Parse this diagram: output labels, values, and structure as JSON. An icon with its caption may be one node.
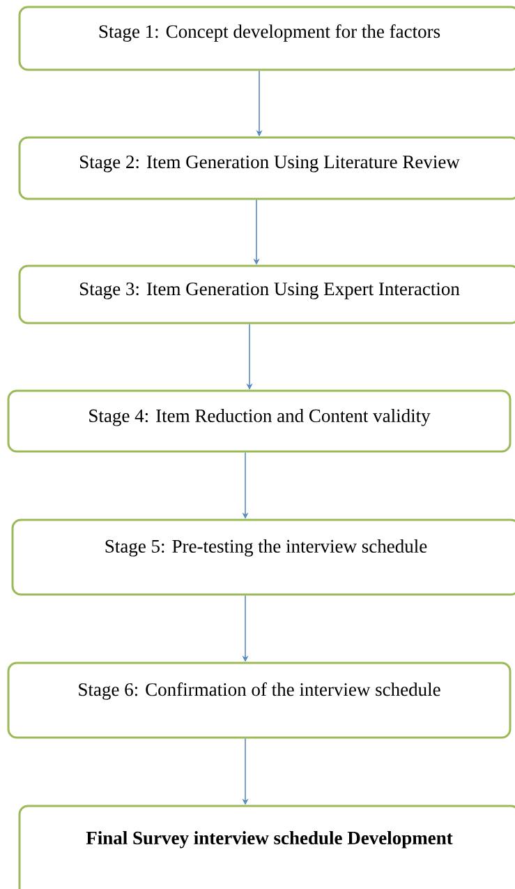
{
  "diagram": {
    "nodes": [
      {
        "text": [
          "Stage 1: Concept development for the factors"
        ]
      },
      {
        "text": [
          "Stage 2: Item Generation Using Literature Review"
        ]
      },
      {
        "text": [
          "Stage 3: Item Generation Using Expert Interaction"
        ]
      },
      {
        "text": [
          "Stage 4: Item Reduction and Content validity"
        ]
      },
      {
        "text": [
          "Stage 5: Pre-testing the interview schedule"
        ]
      },
      {
        "text": [
          "Stage 6: Confirmation of the interview schedule"
        ]
      },
      {
        "text": [
          "Final Survey interview schedule Development"
        ]
      }
    ],
    "edges": [
      {
        "from": 0,
        "to": 1,
        "arrow": "to"
      },
      {
        "from": 1,
        "to": 2,
        "arrow": "to"
      },
      {
        "from": 2,
        "to": 3,
        "arrow": "to"
      },
      {
        "from": 3,
        "to": 4,
        "arrow": "to"
      },
      {
        "from": 4,
        "to": 5,
        "arrow": "to"
      },
      {
        "from": 5,
        "to": 6,
        "arrow": "to"
      }
    ]
  }
}
